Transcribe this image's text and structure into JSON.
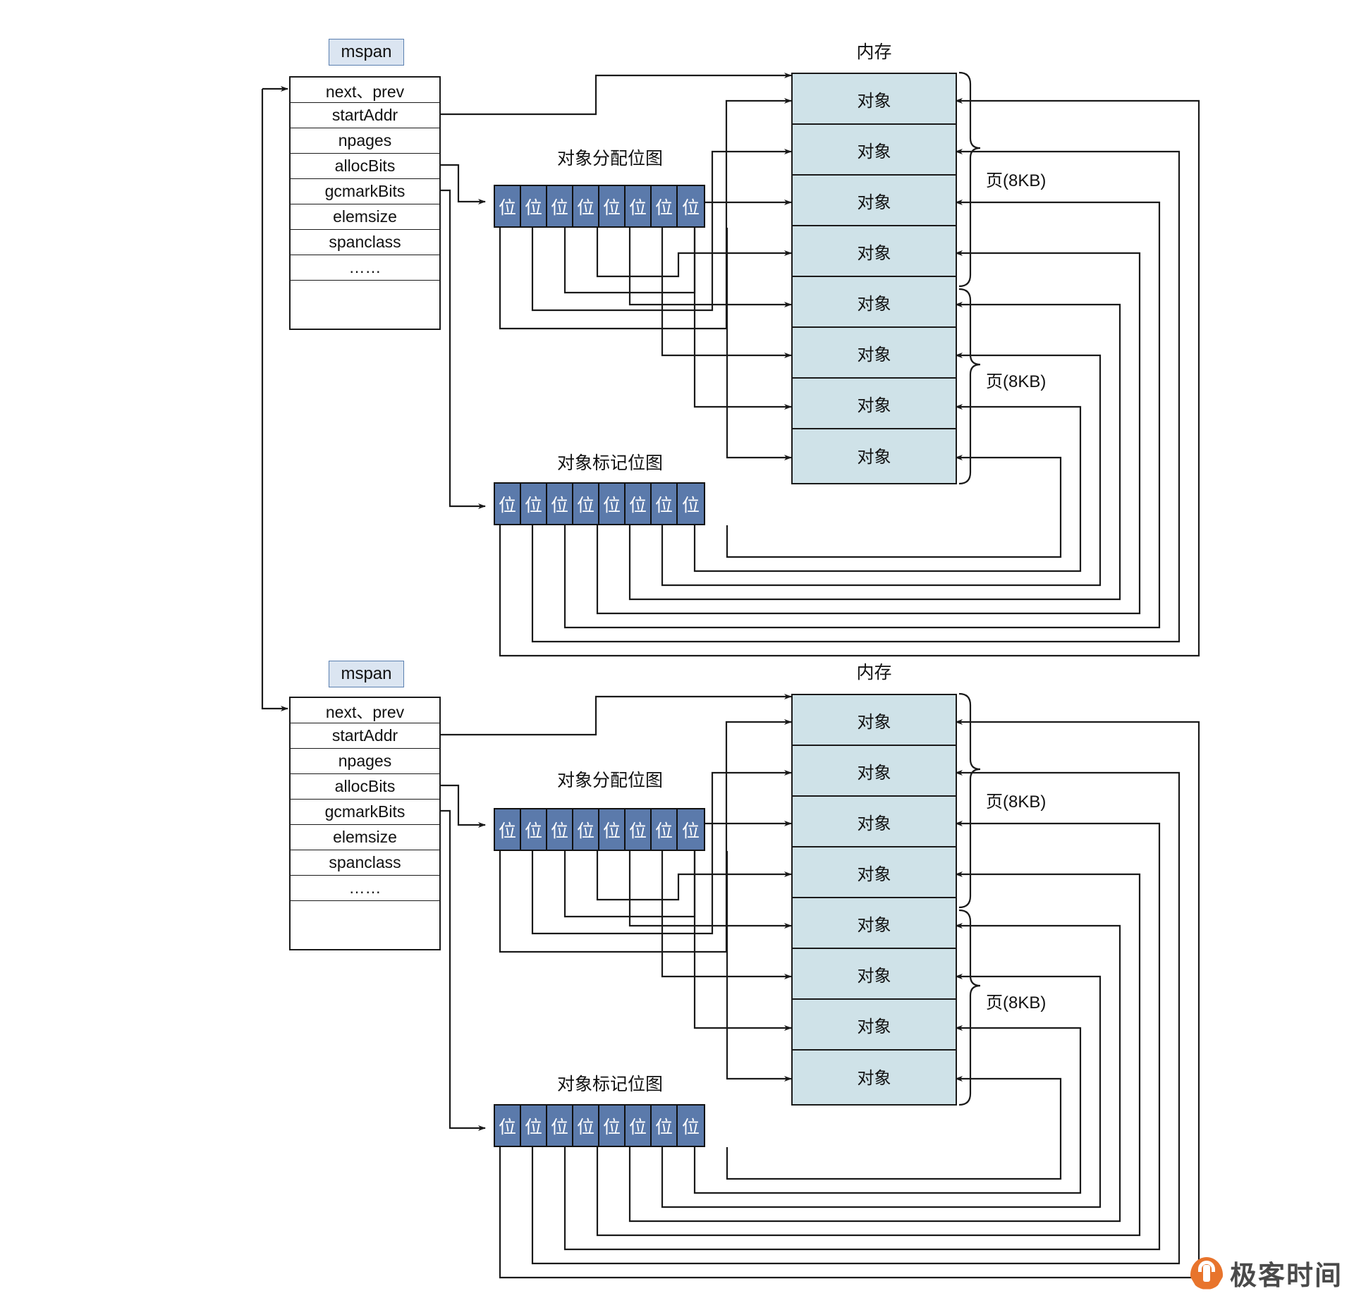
{
  "diagram": {
    "title_memory": "内存",
    "mspan_tag": "mspan",
    "struct_fields": [
      "next、prev",
      "startAddr",
      "npages",
      "allocBits",
      "gcmarkBits",
      "elemsize",
      "spanclass",
      "……"
    ],
    "alloc_bitmap_title": "对象分配位图",
    "mark_bitmap_title": "对象标记位图",
    "bit_label": "位",
    "bit_count": 8,
    "object_label": "对象",
    "object_count": 8,
    "page_label": "页(8KB)",
    "page_labels_per_block": 2,
    "colors": {
      "bit_fill": "#5b7aab",
      "object_fill": "#cfe2e8",
      "tag_fill": "#dbe5f1",
      "tag_border": "#5a7fb0",
      "line": "#1a1a1a",
      "logo_orange": "#e8742c"
    }
  },
  "groups": [
    {
      "name": "top-span-group",
      "mspan_tag": "mspan",
      "memory_title": "内存",
      "alloc_bitmap_title": "对象分配位图",
      "mark_bitmap_title": "对象标记位图",
      "page_labels": [
        "页(8KB)",
        "页(8KB)"
      ]
    },
    {
      "name": "bottom-span-group",
      "mspan_tag": "mspan",
      "memory_title": "内存",
      "alloc_bitmap_title": "对象分配位图",
      "mark_bitmap_title": "对象标记位图",
      "page_labels": [
        "页(8KB)",
        "页(8KB)"
      ]
    }
  ],
  "watermark": {
    "brand": "极客时间",
    "icon": "geektime-logo-icon"
  }
}
